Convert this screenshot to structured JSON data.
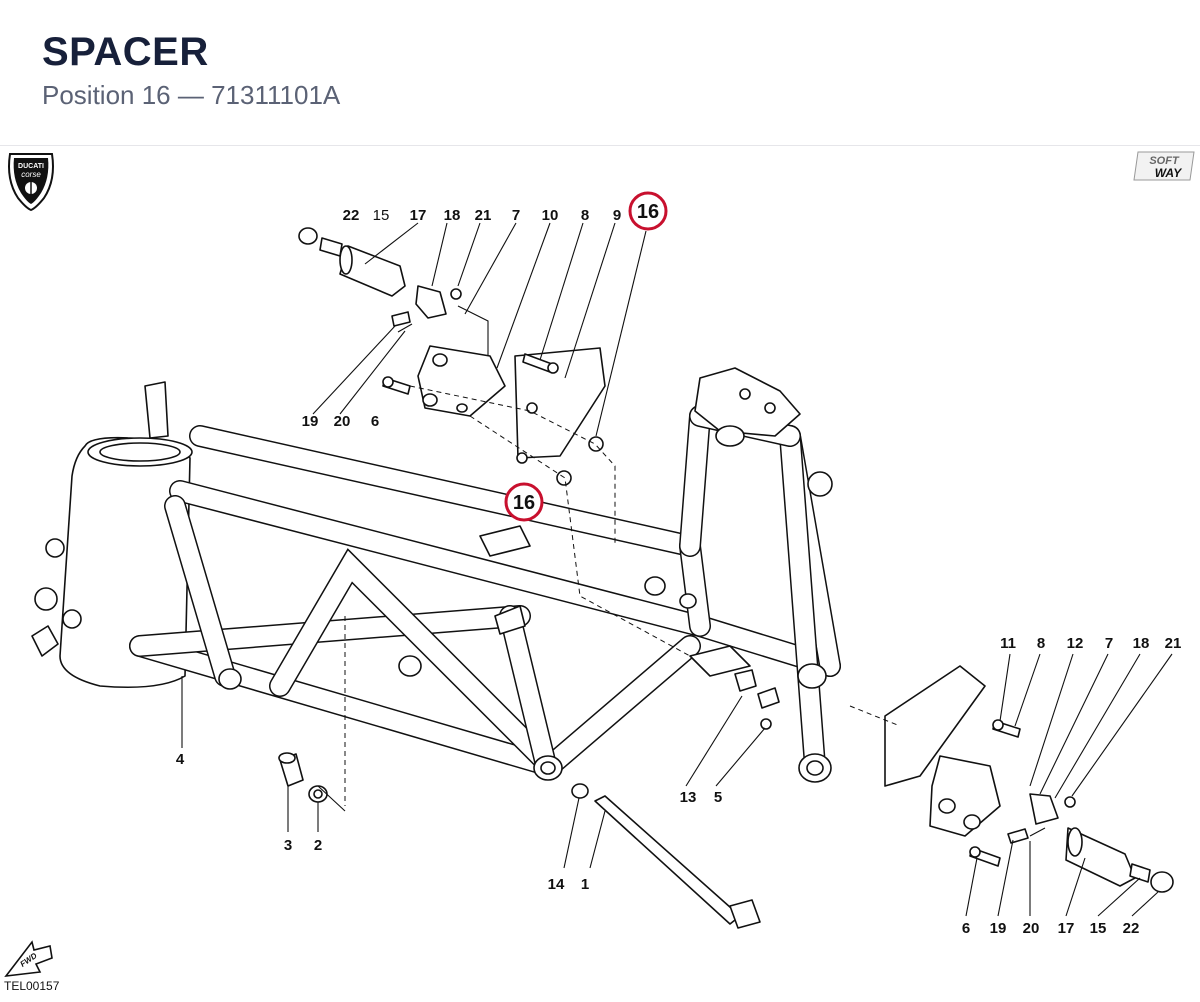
{
  "header": {
    "title": "SPACER",
    "subtitle": "Position 16 — 71311101A"
  },
  "logos": {
    "left": {
      "name": "ducati-corse-logo",
      "text_top": "DUCATI",
      "text_bottom": "corse"
    },
    "right": {
      "name": "softway-logo",
      "text_top": "SOFT",
      "text_bottom": "WAY"
    }
  },
  "diagram": {
    "drawing_ref": "TEL00157",
    "direction_label": "FWD",
    "highlight_color": "#c8102e",
    "highlight_label": "16",
    "callouts": {
      "top_row": [
        "22",
        "15",
        "17",
        "18",
        "21",
        "7",
        "10",
        "8",
        "9"
      ],
      "left_bottom_row": [
        "19",
        "20",
        "6"
      ],
      "right_top_row": [
        "11",
        "8",
        "12",
        "7",
        "18",
        "21"
      ],
      "right_bottom_row": [
        "6",
        "19",
        "20",
        "17",
        "15",
        "22"
      ],
      "frame": "4",
      "spacers_left": [
        "3",
        "2"
      ],
      "spindle": [
        "14",
        "1"
      ],
      "bracket": [
        "13",
        "5"
      ]
    }
  }
}
